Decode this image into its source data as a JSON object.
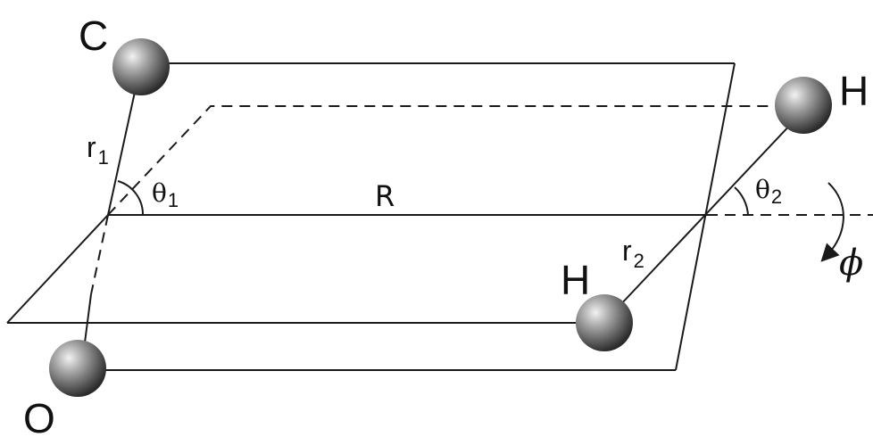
{
  "atoms": {
    "carbon": "C",
    "oxygen": "O",
    "hydrogen_far": "H",
    "hydrogen_near": "H"
  },
  "labels": {
    "r1_main": "r",
    "r1_sub": "1",
    "r2_main": "r",
    "r2_sub": "2",
    "theta1_main": "θ",
    "theta1_sub": "1",
    "theta2_main": "θ",
    "theta2_sub": "2",
    "R": "R",
    "phi": "ϕ"
  },
  "colors": {
    "line": "#1a1a1a",
    "atom_highlight": "#f2f2f2",
    "atom_mid": "#8c8c8c",
    "atom_shadow": "#2a2a2a"
  }
}
